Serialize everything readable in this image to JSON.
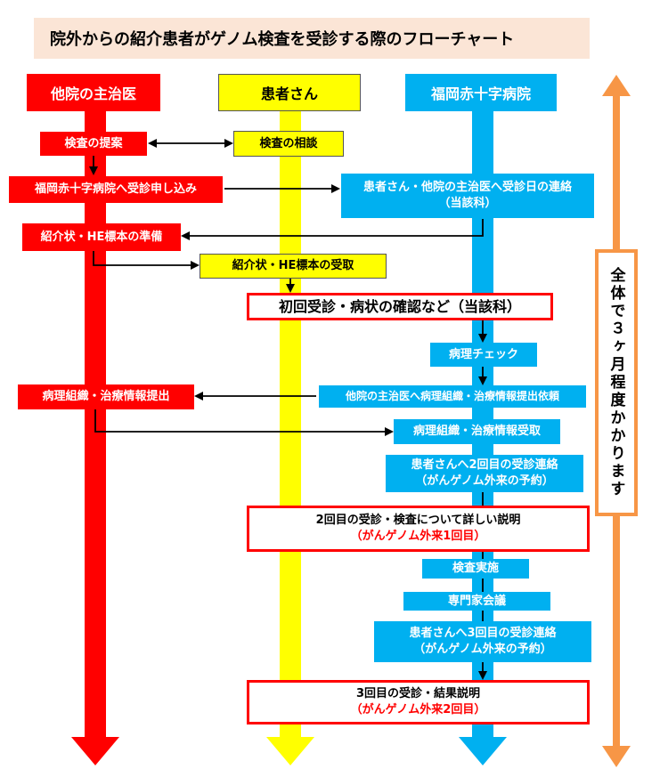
{
  "title": "院外からの紹介患者がゲノム検査を受診する際のフローチャート",
  "lanes": {
    "doctor": "他院の主治医",
    "patient": "患者さん",
    "hospital": "福岡赤十字病院"
  },
  "steps": {
    "s1": "検査の提案",
    "s2": "検査の相談",
    "s3": "福岡赤十字病院へ受診申し込み",
    "s4_line1": "患者さん・他院の主治医へ受診日の連絡",
    "s4_line2": "（当該科）",
    "s5": "紹介状・HE標本の準備",
    "s6": "紹介状・HE標本の受取",
    "s7": "初回受診・病状の確認など（当該科）",
    "s8": "病理チェック",
    "s9": "病理組織・治療情報提出",
    "s10": "他院の主治医へ病理組織・治療情報提出依頼",
    "s11": "病理組織・治療情報受取",
    "s12_line1": "患者さんへ2回目の受診連絡",
    "s12_line2": "（がんゲノム外来の予約）",
    "s13_line1": "2回目の受診・検査について詳しい説明",
    "s13_line2": "（がんゲノム外来1回目）",
    "s14": "検査実施",
    "s15": "専門家会議",
    "s16_line1": "患者さんへ3回目の受診連絡",
    "s16_line2": "（がんゲノム外来の予約）",
    "s17_line1": "3回目の受診・結果説明",
    "s17_line2": "（がんゲノム外来2回目）"
  },
  "duration_note": "全体で３ヶ月程度かかります",
  "colors": {
    "red": "#ff0000",
    "yellow": "#ffff00",
    "blue": "#00b0f0",
    "orange": "#f79646",
    "title_bg": "#fbe5d6"
  }
}
